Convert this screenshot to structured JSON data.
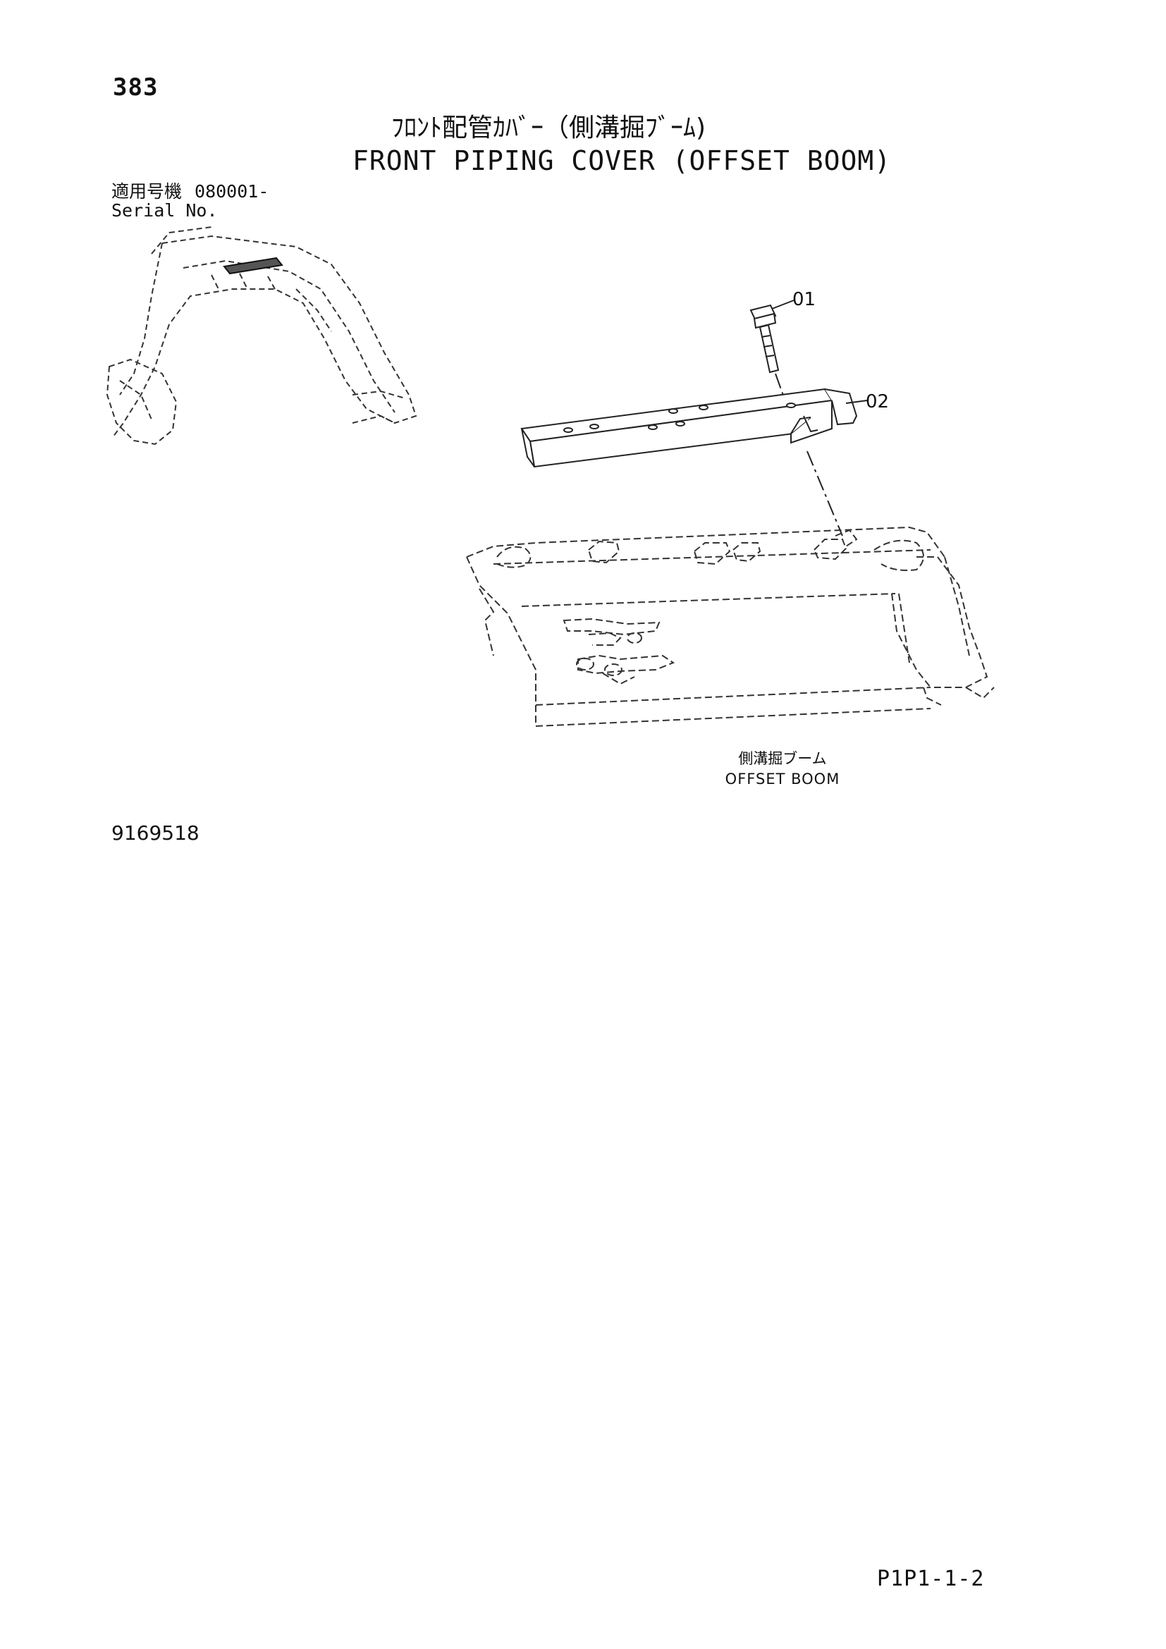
{
  "page": {
    "number": "383",
    "title_jp": "ﾌﾛﾝﾄ配管ｶﾊﾞｰ（側溝掘ﾌﾞｰﾑ)",
    "title_en": "FRONT PIPING COVER (OFFSET BOOM)",
    "serial_label_jp": "適用号機",
    "serial_code": "080001-",
    "serial_label_en": "Serial No.",
    "doc_id": "9169518",
    "page_code": "P1P1-1-2"
  },
  "diagram": {
    "callouts": [
      "01",
      "02"
    ],
    "caption_jp": "側溝掘ブーム",
    "caption_en": "OFFSET BOOM",
    "colors": {
      "line": "#222222",
      "background": "#ffffff"
    }
  }
}
